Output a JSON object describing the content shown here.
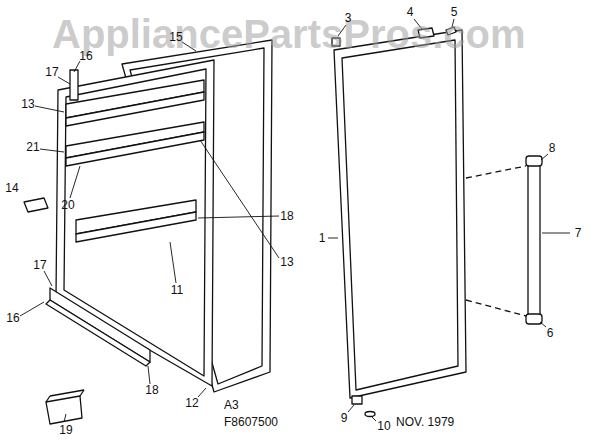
{
  "diagram": {
    "labels": [
      "AppliancePartsPros.com",
      "16",
      "15",
      "17",
      "13",
      "21",
      "14",
      "20",
      "17",
      "16",
      "19",
      "18",
      "12",
      "11",
      "13",
      "18",
      "3",
      "4",
      "5",
      "1",
      "8",
      "7",
      "6",
      "9",
      "10",
      "A3",
      "F8607500",
      "NOV. 1979"
    ]
  }
}
